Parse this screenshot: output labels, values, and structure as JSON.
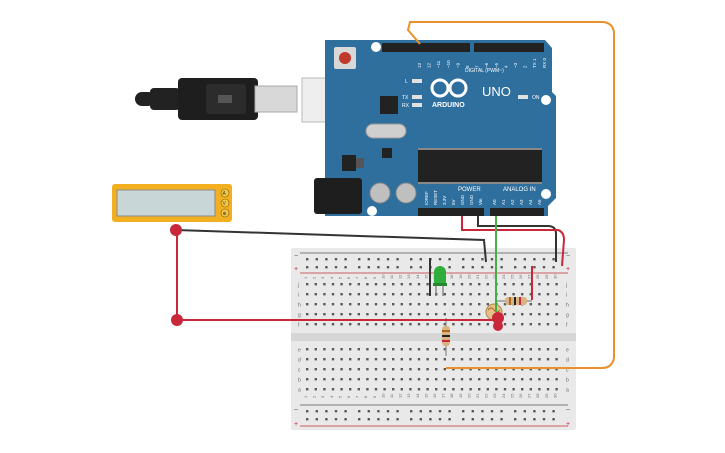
{
  "arduino": {
    "name": "ARDUINO",
    "model": "UNO",
    "digital_header_label": "DIGITAL (PWM~)",
    "power_label": "POWER",
    "analog_label": "ANALOG IN",
    "on_label": "ON",
    "l_label": "L",
    "tx_label": "TX",
    "rx_label": "RX",
    "aref_label": "AREF",
    "gnd_label": "GND",
    "digital_pins": [
      "13",
      "12",
      "~11",
      "~10",
      "~9",
      "8",
      "7",
      "~6",
      "~5",
      "4",
      "~3",
      "2",
      "TX 1",
      "RX 0"
    ],
    "power_pins": [
      "IOREF",
      "RESET",
      "3.3V",
      "5V",
      "GND",
      "GND",
      "Vin"
    ],
    "analog_pins": [
      "A0",
      "A1",
      "A2",
      "A3",
      "A4",
      "A5"
    ]
  },
  "breadboard": {
    "rail_minus": "−",
    "rail_plus": "+",
    "row_letters_top": [
      "j",
      "i",
      "h",
      "g",
      "f"
    ],
    "row_letters_bottom": [
      "e",
      "d",
      "c",
      "b",
      "a"
    ],
    "column_numbers": [
      "1",
      "2",
      "3",
      "4",
      "5",
      "6",
      "7",
      "8",
      "9",
      "10",
      "11",
      "12",
      "13",
      "14",
      "15",
      "16",
      "17",
      "18",
      "19",
      "20",
      "21",
      "22",
      "23",
      "24",
      "25",
      "26",
      "27",
      "28",
      "29",
      "30"
    ]
  },
  "multimeter": {
    "terminals": [
      "A",
      "V",
      "⊕"
    ]
  },
  "colors": {
    "board": "#2e6f9e",
    "breadboard": "#e9e9e9",
    "wire_orange": "#e8912d",
    "wire_red": "#c8283a",
    "wire_black": "#333333",
    "wire_green": "#43b047",
    "led_green": "#2fae3c",
    "meter_case": "#f2b020"
  }
}
